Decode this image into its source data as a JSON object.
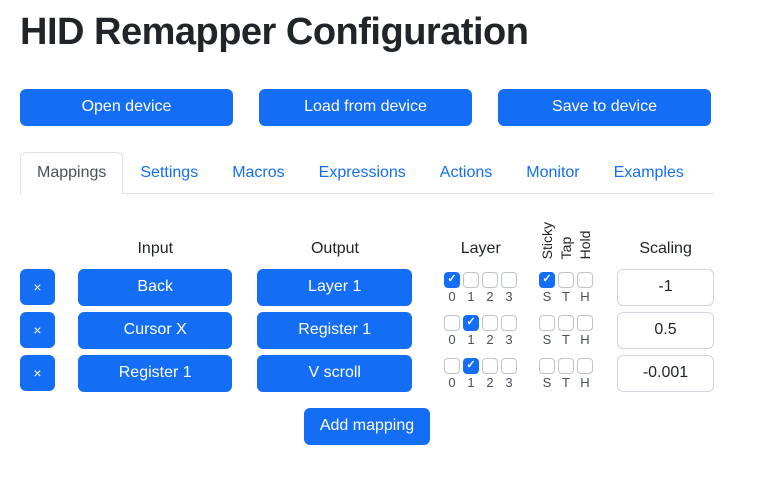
{
  "title": "HID Remapper Configuration",
  "toolbar": {
    "buttons": [
      {
        "id": "open-device",
        "label": "Open device"
      },
      {
        "id": "load-from-device",
        "label": "Load from device"
      },
      {
        "id": "save-to-device",
        "label": "Save to device"
      }
    ]
  },
  "tabs": [
    {
      "id": "mappings",
      "label": "Mappings",
      "active": true
    },
    {
      "id": "settings",
      "label": "Settings",
      "active": false
    },
    {
      "id": "macros",
      "label": "Macros",
      "active": false
    },
    {
      "id": "expressions",
      "label": "Expressions",
      "active": false
    },
    {
      "id": "actions",
      "label": "Actions",
      "active": false
    },
    {
      "id": "monitor",
      "label": "Monitor",
      "active": false
    },
    {
      "id": "examples",
      "label": "Examples",
      "active": false
    }
  ],
  "mappings": {
    "headers": {
      "input": "Input",
      "output": "Output",
      "layer": "Layer",
      "scaling": "Scaling"
    },
    "rotated_headers": [
      "Sticky",
      "Tap",
      "Hold"
    ],
    "layer_labels": [
      "0",
      "1",
      "2",
      "3"
    ],
    "flag_labels": [
      "S",
      "T",
      "H"
    ],
    "delete_label": "×",
    "rows": [
      {
        "input": "Back",
        "output": "Layer 1",
        "layers": [
          true,
          false,
          false,
          false
        ],
        "flags": [
          true,
          false,
          false
        ],
        "scaling": "-1"
      },
      {
        "input": "Cursor X",
        "output": "Register 1",
        "layers": [
          false,
          true,
          false,
          false
        ],
        "flags": [
          false,
          false,
          false
        ],
        "scaling": "0.5"
      },
      {
        "input": "Register 1",
        "output": "V scroll",
        "layers": [
          false,
          true,
          false,
          false
        ],
        "flags": [
          false,
          false,
          false
        ],
        "scaling": "-0.001"
      }
    ],
    "add_label": "Add mapping"
  },
  "colors": {
    "primary": "#146ef5",
    "border": "#dee2e6"
  }
}
